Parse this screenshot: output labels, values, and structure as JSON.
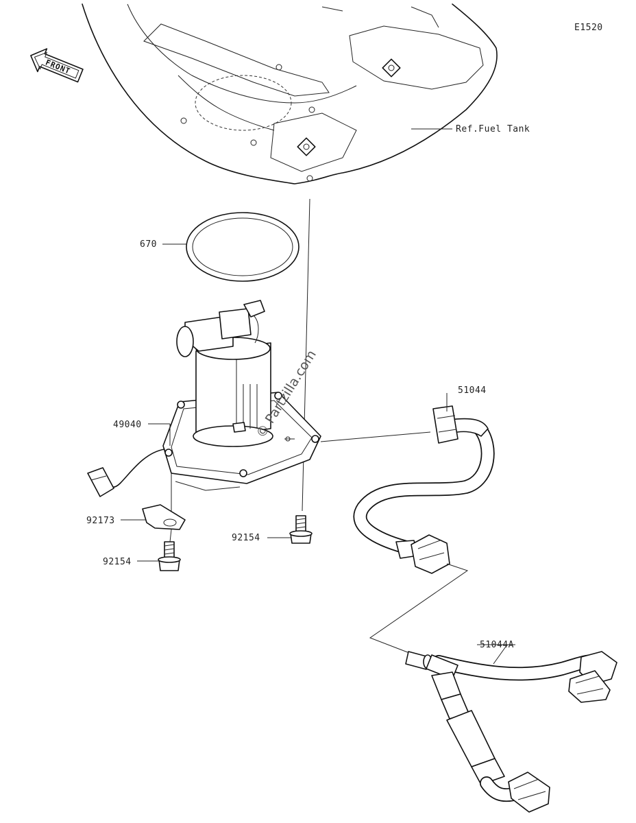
{
  "diagram": {
    "code": "E1520",
    "direction_label": "FRONT",
    "reference_label": "Ref.Fuel Tank",
    "watermark": "© Partzilla.com",
    "callouts": [
      {
        "id": "670"
      },
      {
        "id": "49040"
      },
      {
        "id": "51044"
      },
      {
        "id": "92173"
      },
      {
        "id": "92154"
      },
      {
        "id": "92154"
      },
      {
        "id": "51044A"
      }
    ]
  }
}
